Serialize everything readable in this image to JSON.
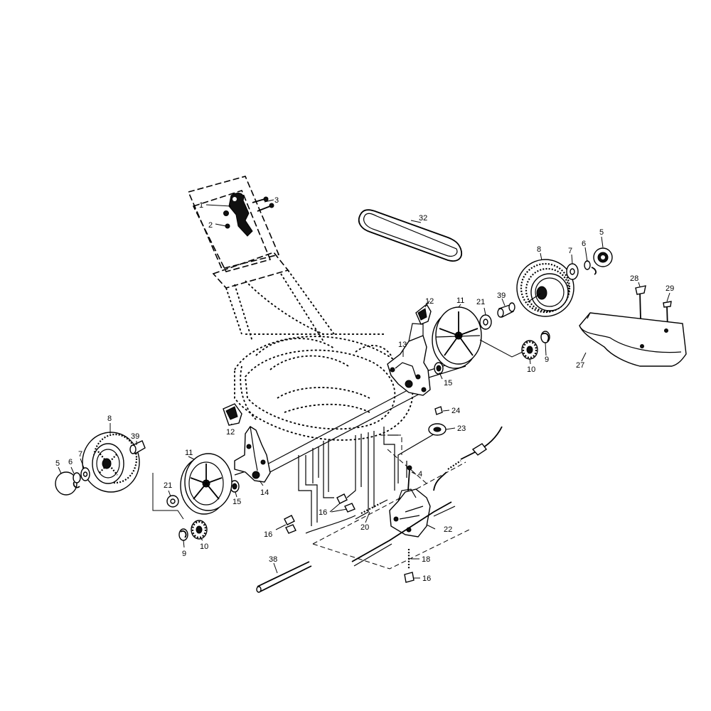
{
  "diagram": {
    "callouts": [
      {
        "id": "c1",
        "text": "1"
      },
      {
        "id": "c2",
        "text": "2"
      },
      {
        "id": "c3",
        "text": "3"
      },
      {
        "id": "c32",
        "text": "32"
      },
      {
        "id": "c5a",
        "text": "5"
      },
      {
        "id": "c6a",
        "text": "6"
      },
      {
        "id": "c7a",
        "text": "7"
      },
      {
        "id": "c8a",
        "text": "8"
      },
      {
        "id": "c28",
        "text": "28"
      },
      {
        "id": "c29",
        "text": "29"
      },
      {
        "id": "c12a",
        "text": "12"
      },
      {
        "id": "c11a",
        "text": "11"
      },
      {
        "id": "c21a",
        "text": "21"
      },
      {
        "id": "c39a",
        "text": "39"
      },
      {
        "id": "c13",
        "text": "13"
      },
      {
        "id": "c15a",
        "text": "15"
      },
      {
        "id": "c10a",
        "text": "10"
      },
      {
        "id": "c9a",
        "text": "9"
      },
      {
        "id": "c27",
        "text": "27"
      },
      {
        "id": "c8b",
        "text": "8"
      },
      {
        "id": "c39b",
        "text": "39"
      },
      {
        "id": "c6b",
        "text": "6"
      },
      {
        "id": "c7b",
        "text": "7"
      },
      {
        "id": "c5b",
        "text": "5"
      },
      {
        "id": "c11b",
        "text": "11"
      },
      {
        "id": "c12b",
        "text": "12"
      },
      {
        "id": "c21b",
        "text": "21"
      },
      {
        "id": "c14",
        "text": "14"
      },
      {
        "id": "c15b",
        "text": "15"
      },
      {
        "id": "c9b",
        "text": "9"
      },
      {
        "id": "c10b",
        "text": "10"
      },
      {
        "id": "c24",
        "text": "24"
      },
      {
        "id": "c23",
        "text": "23"
      },
      {
        "id": "c4",
        "text": "4"
      },
      {
        "id": "c16a",
        "text": "16"
      },
      {
        "id": "c16b",
        "text": "16"
      },
      {
        "id": "c20",
        "text": "20"
      },
      {
        "id": "c22",
        "text": "22"
      },
      {
        "id": "c38",
        "text": "38"
      },
      {
        "id": "c18",
        "text": "18"
      },
      {
        "id": "c16c",
        "text": "16"
      }
    ]
  }
}
